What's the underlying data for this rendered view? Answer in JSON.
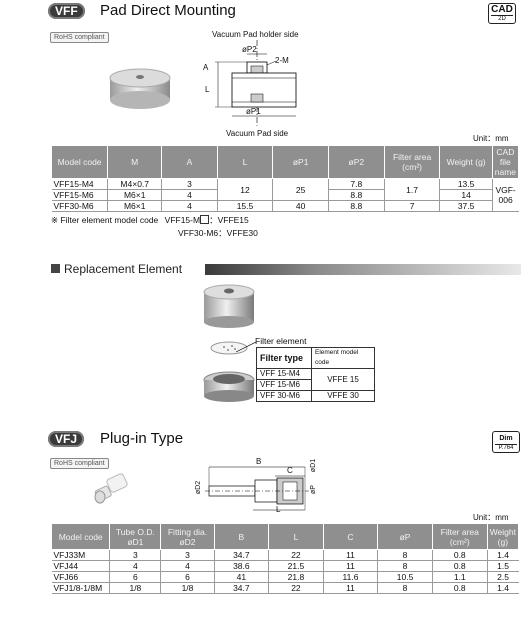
{
  "vff": {
    "badge": "VFF",
    "title": "Pad Direct Mounting",
    "rohs": "RoHS compliant",
    "cad": {
      "main": "CAD",
      "sub": "2D"
    },
    "diagram": {
      "top_label": "Vacuum Pad holder side",
      "bottom_label": "Vacuum Pad side",
      "p2": "øP2",
      "m": "2-M",
      "a": "A",
      "l": "L",
      "p1": "øP1"
    },
    "unit": "Unit：mm",
    "headers": [
      "Model code",
      "M",
      "A",
      "L",
      "øP1",
      "øP2",
      "Filter area (cm²)",
      "Weight (g)",
      "CAD file name"
    ],
    "rows": [
      [
        "VFF15-M4",
        "M4×0.7",
        "3",
        "12",
        "25",
        "7.8",
        "1.7",
        "13.5",
        "VGF-006"
      ],
      [
        "VFF15-M6",
        "M6×1",
        "4",
        "",
        "",
        "8.8",
        "",
        "14",
        ""
      ],
      [
        "VFF30-M6",
        "M6×1",
        "4",
        "15.5",
        "40",
        "8.8",
        "7",
        "37.5",
        ""
      ]
    ],
    "note_label": "※ Filter element model code",
    "note_line1_model": "VFF15-M",
    "note_line1_value": "：VFFE15",
    "note_line2": "VFF30-M6：VFFE30"
  },
  "replacement": {
    "title": "Replacement Element",
    "filter_element_label": "Filter element",
    "table_headers": [
      "Filter type",
      "Element model code"
    ],
    "table_rows": [
      [
        "VFF 15-M4",
        "VFFE 15"
      ],
      [
        "VFF 15-M6",
        ""
      ],
      [
        "VFF 30-M6",
        "VFFE 30"
      ]
    ]
  },
  "vfj": {
    "badge": "VFJ",
    "title": "Plug-in Type",
    "rohs": "RoHS compliant",
    "cad": {
      "main": "Dim",
      "sub": "P.764"
    },
    "diagram": {
      "b": "B",
      "c": "C",
      "d1": "øD1",
      "d2": "øD2",
      "p": "øP",
      "l": "L"
    },
    "unit": "Unit：mm",
    "headers": [
      "Model code",
      "Tube O.D. øD1",
      "Fitting dia. øD2",
      "B",
      "L",
      "C",
      "øP",
      "Filter area (cm²)",
      "Weight (g)"
    ],
    "rows": [
      [
        "VFJ33M",
        "3",
        "3",
        "34.7",
        "22",
        "11",
        "8",
        "0.8",
        "1.4"
      ],
      [
        "VFJ44",
        "4",
        "4",
        "38.6",
        "21.5",
        "11",
        "8",
        "0.8",
        "1.5"
      ],
      [
        "VFJ66",
        "6",
        "6",
        "41",
        "21.8",
        "11.6",
        "10.5",
        "1.1",
        "2.5"
      ],
      [
        "VFJ1/8-1/8M",
        "1/8",
        "1/8",
        "34.7",
        "22",
        "11",
        "8",
        "0.8",
        "1.4"
      ]
    ]
  },
  "colors": {
    "header_bg": "#8f8f8f",
    "badge_bg": "#3a3a3a"
  }
}
